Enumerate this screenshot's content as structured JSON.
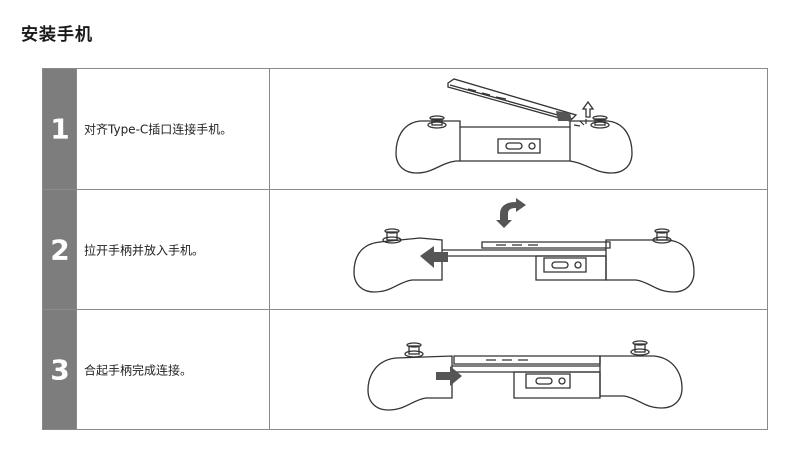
{
  "page_title": "安装手机",
  "steps": [
    {
      "number": "1",
      "text": "对齐Type-C插口连接手机。",
      "illustration": "align-usb-c-illustration"
    },
    {
      "number": "2",
      "text": "拉开手柄并放入手机。",
      "illustration": "extend-controller-insert-phone-illustration"
    },
    {
      "number": "3",
      "text": "合起手柄完成连接。",
      "illustration": "close-controller-complete-illustration"
    }
  ],
  "colors": {
    "step_number_bg": "#7d7d7d",
    "border": "#8a8a8a",
    "line_art": "#333333"
  }
}
